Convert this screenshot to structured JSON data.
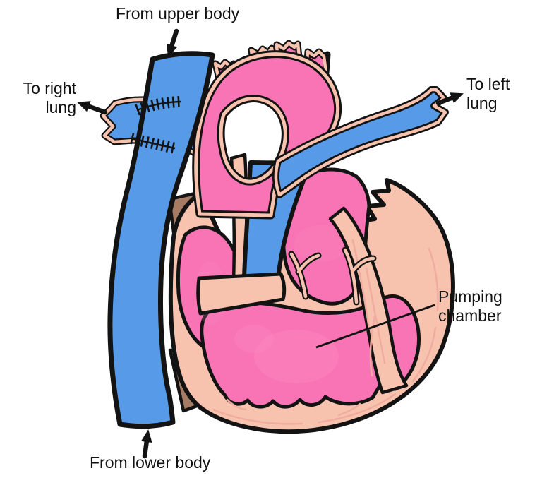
{
  "labels": {
    "from_upper_body": "From upper body",
    "to_right_lung": "To right\nlung",
    "to_left_lung": "To left\nlung",
    "pumping_chamber": "Pumping\nchamber",
    "from_lower_body": "From lower body"
  },
  "icons": {
    "arrow_down": "↓",
    "arrow_left": "←",
    "arrow_right": "→",
    "arrow_up": "↑"
  },
  "colors": {
    "vessel_blue": "#579BE8",
    "pink": "#F874B4",
    "wall_peach": "#F7C3AF",
    "brown": "#A67C64",
    "outline": "#131313",
    "background": "#FFFFFF",
    "label_text": "#111111"
  }
}
